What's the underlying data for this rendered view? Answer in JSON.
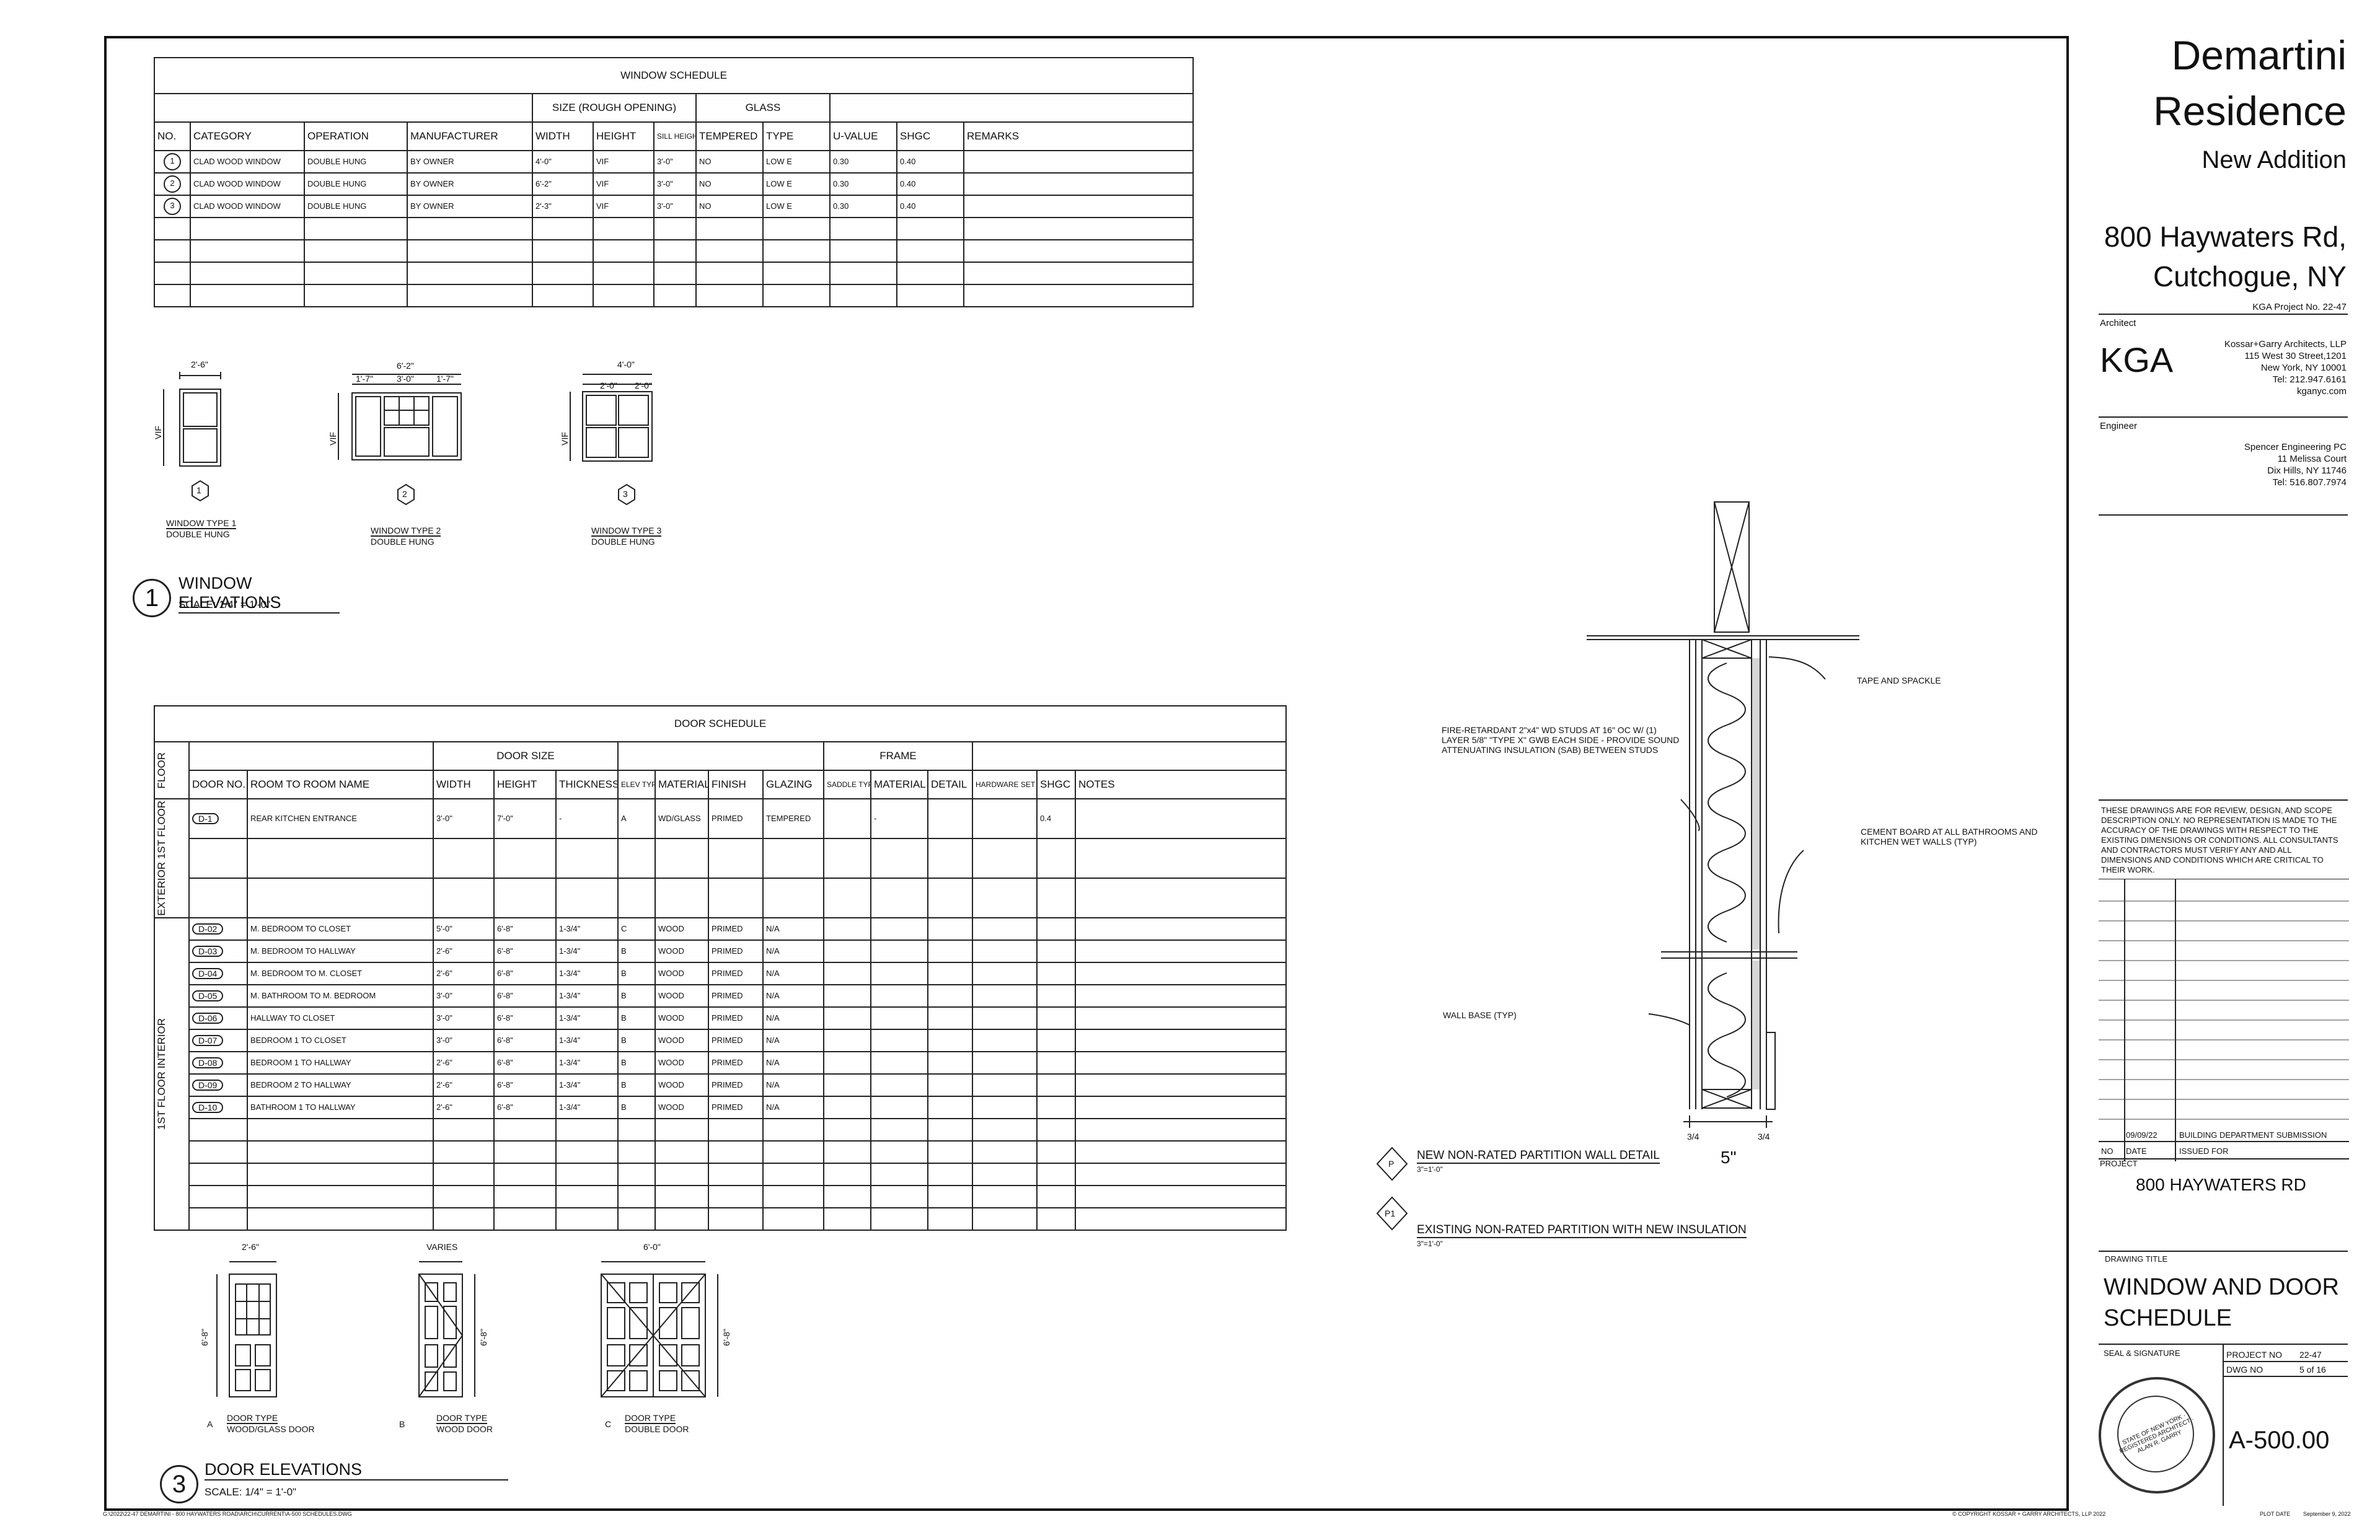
{
  "window_schedule": {
    "title": "WINDOW SCHEDULE",
    "group_size": "SIZE (ROUGH OPENING)",
    "group_glass": "GLASS",
    "headers": [
      "NO.",
      "CATEGORY",
      "OPERATION",
      "MANUFACTURER",
      "WIDTH",
      "HEIGHT",
      "SILL HEIGHT",
      "TEMPERED",
      "TYPE",
      "U-VALUE",
      "SHGC",
      "REMARKS"
    ],
    "rows": [
      {
        "no": "1",
        "category": "CLAD WOOD WINDOW",
        "operation": "DOUBLE HUNG",
        "manufacturer": "BY OWNER",
        "width": "4'-0\"",
        "height": "VIF",
        "sill": "3'-0\"",
        "tempered": "NO",
        "type": "LOW E",
        "uvalue": "0.30",
        "shgc": "0.40",
        "remarks": ""
      },
      {
        "no": "2",
        "category": "CLAD WOOD WINDOW",
        "operation": "DOUBLE HUNG",
        "manufacturer": "BY OWNER",
        "width": "6'-2\"",
        "height": "VIF",
        "sill": "3'-0\"",
        "tempered": "NO",
        "type": "LOW E",
        "uvalue": "0.30",
        "shgc": "0.40",
        "remarks": ""
      },
      {
        "no": "3",
        "category": "CLAD WOOD WINDOW",
        "operation": "DOUBLE HUNG",
        "manufacturer": "BY OWNER",
        "width": "2'-3\"",
        "height": "VIF",
        "sill": "3'-0\"",
        "tempered": "NO",
        "type": "LOW E",
        "uvalue": "0.30",
        "shgc": "0.40",
        "remarks": ""
      }
    ]
  },
  "window_elevations": {
    "types": [
      {
        "dim": "2'-6\"",
        "vif": "VIF",
        "number": "1",
        "name": "WINDOW TYPE 1",
        "operation": "DOUBLE HUNG"
      },
      {
        "dim": "6'-2\"",
        "sub_dims": [
          "1'-7\"",
          "3'-0\"",
          "1'-7\""
        ],
        "vif": "VIF",
        "number": "2",
        "name": "WINDOW TYPE 2",
        "operation": "DOUBLE HUNG"
      },
      {
        "dim": "4'-0\"",
        "sub_dims": [
          "2'-0\"",
          "2'-0\""
        ],
        "vif": "VIF",
        "number": "3",
        "name": "WINDOW TYPE 3",
        "operation": "DOUBLE HUNG"
      }
    ],
    "title_number": "1",
    "title": "WINDOW ELEVATIONS",
    "scale": "SCALE: 1/4\" = 1'-0\""
  },
  "door_schedule": {
    "title": "DOOR SCHEDULE",
    "group_size": "DOOR SIZE",
    "group_frame": "FRAME",
    "headers": {
      "floor": "FLOOR",
      "door": "DOOR NO.",
      "room": "ROOM TO ROOM NAME",
      "width": "WIDTH",
      "height": "HEIGHT",
      "thickness": "THICKNESS",
      "elev": "ELEV TYPE",
      "material": "MATERIAL",
      "finish": "FINISH",
      "glazing": "GLAZING",
      "saddle": "SADDLE TYPE",
      "frame_material": "MATERIAL",
      "detail": "DETAIL",
      "hardware": "HARDWARE SET",
      "shgc": "SHGC",
      "notes": "NOTES"
    },
    "floor_exterior": "EXTERIOR 1ST FLOOR",
    "floor_interior": "1ST FLOOR INTERIOR",
    "exterior_rows": [
      {
        "door": "D-1",
        "room": "REAR KITCHEN ENTRANCE",
        "width": "3'-0\"",
        "height": "7'-0\"",
        "thickness": "-",
        "elev": "A",
        "material": "WD/GLASS",
        "finish": "PRIMED",
        "glazing": "TEMPERED",
        "saddle": "",
        "frame_material": "-",
        "detail": "",
        "hardware": "",
        "shgc": "0.4",
        "notes": ""
      }
    ],
    "interior_rows": [
      {
        "door": "D-02",
        "room": "M. BEDROOM TO CLOSET",
        "width": "5'-0\"",
        "height": "6'-8\"",
        "thickness": "1-3/4\"",
        "elev": "C",
        "material": "WOOD",
        "finish": "PRIMED",
        "glazing": "N/A"
      },
      {
        "door": "D-03",
        "room": "M. BEDROOM TO HALLWAY",
        "width": "2'-6\"",
        "height": "6'-8\"",
        "thickness": "1-3/4\"",
        "elev": "B",
        "material": "WOOD",
        "finish": "PRIMED",
        "glazing": "N/A"
      },
      {
        "door": "D-04",
        "room": "M. BEDROOM TO M. CLOSET",
        "width": "2'-6\"",
        "height": "6'-8\"",
        "thickness": "1-3/4\"",
        "elev": "B",
        "material": "WOOD",
        "finish": "PRIMED",
        "glazing": "N/A"
      },
      {
        "door": "D-05",
        "room": "M. BATHROOM TO M. BEDROOM",
        "width": "3'-0\"",
        "height": "6'-8\"",
        "thickness": "1-3/4\"",
        "elev": "B",
        "material": "WOOD",
        "finish": "PRIMED",
        "glazing": "N/A"
      },
      {
        "door": "D-06",
        "room": "HALLWAY TO CLOSET",
        "width": "3'-0\"",
        "height": "6'-8\"",
        "thickness": "1-3/4\"",
        "elev": "B",
        "material": "WOOD",
        "finish": "PRIMED",
        "glazing": "N/A"
      },
      {
        "door": "D-07",
        "room": "BEDROOM 1 TO CLOSET",
        "width": "3'-0\"",
        "height": "6'-8\"",
        "thickness": "1-3/4\"",
        "elev": "B",
        "material": "WOOD",
        "finish": "PRIMED",
        "glazing": "N/A"
      },
      {
        "door": "D-08",
        "room": "BEDROOM 1 TO HALLWAY",
        "width": "2'-6\"",
        "height": "6'-8\"",
        "thickness": "1-3/4\"",
        "elev": "B",
        "material": "WOOD",
        "finish": "PRIMED",
        "glazing": "N/A"
      },
      {
        "door": "D-09",
        "room": "BEDROOM 2 TO HALLWAY",
        "width": "2'-6\"",
        "height": "6'-8\"",
        "thickness": "1-3/4\"",
        "elev": "B",
        "material": "WOOD",
        "finish": "PRIMED",
        "glazing": "N/A"
      },
      {
        "door": "D-10",
        "room": "BATHROOM 1 TO HALLWAY",
        "width": "2'-6\"",
        "height": "6'-8\"",
        "thickness": "1-3/4\"",
        "elev": "B",
        "material": "WOOD",
        "finish": "PRIMED",
        "glazing": "N/A"
      }
    ]
  },
  "door_elevations": {
    "types": [
      {
        "width": "2'-6\"",
        "height": "6'-8\"",
        "letter": "A",
        "name": "DOOR TYPE",
        "desc": "WOOD/GLASS DOOR"
      },
      {
        "width": "VARIES",
        "height": "6'-8\"",
        "letter": "B",
        "name": "DOOR TYPE",
        "desc": "WOOD DOOR"
      },
      {
        "width": "6'-0\"",
        "height": "6'-8\"",
        "letter": "C",
        "name": "DOOR TYPE",
        "desc": "DOUBLE DOOR"
      }
    ],
    "title_number": "3",
    "title": "DOOR ELEVATIONS",
    "scale": "SCALE: 1/4\" = 1'-0\""
  },
  "wall_detail": {
    "note_tape": "TAPE AND SPACKLE",
    "note_studs": "FIRE-RETARDANT 2\"x4\" WD STUDS AT 16\" OC W/ (1) LAYER 5/8\" \"TYPE X\" GWB EACH SIDE - PROVIDE SOUND ATTENUATING INSULATION (SAB) BETWEEN STUDS",
    "note_cement": "CEMENT BOARD AT ALL BATHROOMS AND KITCHEN WET WALLS (TYP)",
    "note_base": "WALL BASE (TYP)",
    "dim_left": "3/4",
    "dim_mid": "5\"",
    "dim_right": "3/4",
    "detail_p_tag": "P",
    "detail_p_title": "NEW NON-RATED PARTITION WALL DETAIL",
    "detail_p_scale": "3\"=1'-0\"",
    "detail_p1_tag": "P1",
    "detail_p1_title": "EXISTING NON-RATED PARTITION WITH NEW INSULATION",
    "detail_p1_scale": "3\"=1'-0\""
  },
  "title_block": {
    "project_name_1": "Demartini",
    "project_name_2": "Residence",
    "project_sub": "New Addition",
    "address_1": "800 Haywaters Rd,",
    "address_2": "Cutchogue, NY",
    "project_no": "KGA Project No. 22-47",
    "architect_label": "Architect",
    "architect_logo": "KGA",
    "architect_lines": [
      "Kossar+Garry Architects, LLP",
      "115 West 30 Street,1201",
      "New York, NY  10001",
      "Tel: 212.947.6161",
      "kganyc.com"
    ],
    "engineer_label": "Engineer",
    "engineer_lines": [
      "Spencer Engineering PC",
      "11 Melissa Court",
      "Dix Hills, NY  11746",
      "Tel: 516.807.7974"
    ],
    "disclaimer": "THESE DRAWINGS ARE FOR REVIEW, DESIGN, AND SCOPE DESCRIPTION ONLY.  NO REPRESENTATION IS MADE TO THE ACCURACY OF THE DRAWINGS WITH RESPECT TO THE EXISTING DIMENSIONS OR CONDITIONS.  ALL CONSULTANTS AND CONTRACTORS MUST VERIFY ANY AND ALL DIMENSIONS AND CONDITIONS WHICH ARE CRITICAL TO THEIR WORK.",
    "issue_row": {
      "no": "",
      "date": "09/09/22",
      "issued_for": "BUILDING DEPARTMENT SUBMISSION"
    },
    "issue_headers": {
      "no": "NO",
      "date": "DATE",
      "issued_for": "ISSUED FOR"
    },
    "project_label": "PROJECT",
    "project_value": "800 HAYWATERS RD",
    "drawing_title_label": "DRAWING TITLE",
    "drawing_title_1": "WINDOW AND DOOR",
    "drawing_title_2": "SCHEDULE",
    "seal_label": "SEAL & SIGNATURE",
    "seal_text": "STATE OF NEW YORK · REGISTERED ARCHITECT · ALAN R. GARRY",
    "project_no_label": "PROJECT NO",
    "project_no_value": "22-47",
    "dwg_no_label": "DWG NO",
    "dwg_no_value": "5 of 16",
    "sheet_number": "A-500.00"
  },
  "footer": {
    "file_path": "G:\\2022\\22-47 DEMARTINI - 800 HAYWATERS ROAD\\ARCH\\CURRENT\\A-500 SCHEDULES.DWG",
    "copyright": "© COPYRIGHT KOSSAR + GARRY ARCHITECTS, LLP 2022",
    "plot_date_label": "PLOT DATE",
    "plot_date": "September 9, 2022"
  }
}
